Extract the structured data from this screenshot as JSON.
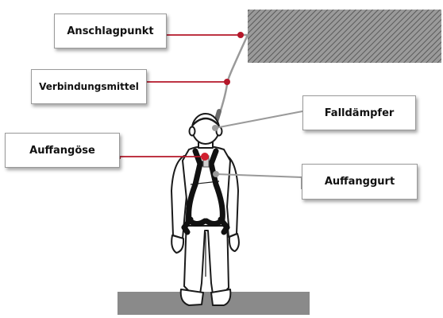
{
  "labels": {
    "anchor_point": "Anschlagpunkt",
    "connecting_means": "Verbindungsmittel",
    "shock_absorber": "Falldämpfer",
    "attachment_eye": "Auffangöse",
    "harness": "Auffanggurt"
  },
  "colors": {
    "leader_red": "#b5172a",
    "leader_gray": "#9a9a9a",
    "anchor_block": "#8c8c8c",
    "floor": "#8a8a8a",
    "outline": "#1a1a1a"
  }
}
